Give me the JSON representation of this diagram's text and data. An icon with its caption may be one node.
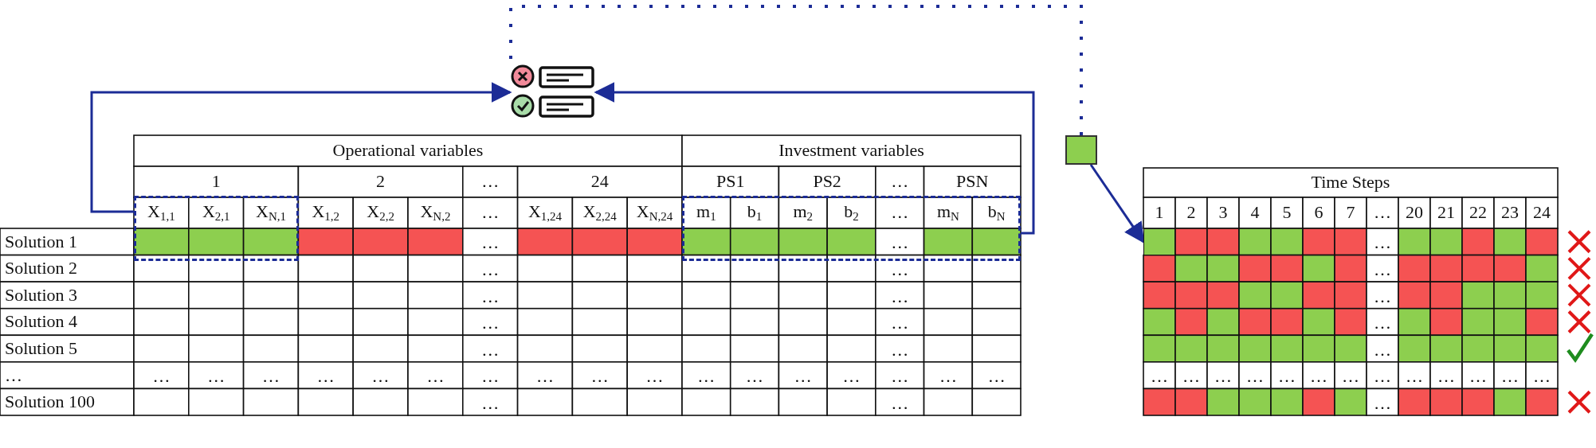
{
  "diagram": {
    "nodes": [
      {
        "text": [],
        "shape": "picture"
      },
      {
        "text": [],
        "shape": "box"
      },
      {
        "text": [],
        "shape": "box"
      },
      {
        "text": [],
        "shape": "box"
      },
      {
        "text": [],
        "shape": "box"
      }
    ],
    "edges": [
      {
        "from": 1,
        "to": 0,
        "arrow": "to"
      },
      {
        "from": 2,
        "to": 0,
        "arrow": "to"
      },
      {
        "from": 3,
        "to": 0,
        "arrow": "none",
        "style": "dashed"
      },
      {
        "from": 3,
        "to": 4,
        "arrow": "to"
      }
    ],
    "labels": [
      "Operational variables",
      "Investment variables",
      "1",
      "2",
      "…",
      "24",
      "PS1",
      "PS2",
      "…",
      "PSN",
      "X$_{1,1}$",
      "X$_{2,1}$",
      "X$_{N,1}$",
      "X$_{1,2}$",
      "X$_{2,2}$",
      "X$_{N,2}$",
      "…",
      "X$_{1,24}$",
      "X$_{2,24}$",
      "X$_{N,24}$",
      "m$_{1}$",
      "b$_{1}$",
      "m$_{2}$",
      "b$_{2}$",
      "…",
      "m$_{N}$",
      "b$_{N}$",
      "Solution 1",
      "…",
      "…",
      "Solution 2",
      "…",
      "…",
      "Solution 3",
      "…",
      "…",
      "Solution 4",
      "…",
      "…",
      "Solution 5",
      "…",
      "…",
      "…",
      "…",
      "…",
      "…",
      "…",
      "…",
      "…",
      "…",
      "…",
      "…",
      "…",
      "…",
      "…",
      "…",
      "…",
      "…",
      "…",
      "…",
      "Solution 100",
      "…",
      "…",
      "Time Steps",
      "1",
      "2",
      "3",
      "4",
      "5",
      "6",
      "7",
      "…",
      "20",
      "21",
      "22",
      "23",
      "24",
      "…",
      "…",
      "…",
      "…",
      "…",
      "…",
      "…",
      "…",
      "…",
      "…",
      "…",
      "…",
      "…",
      "…",
      "…",
      "…",
      "…",
      "…",
      "…"
    ]
  }
}
